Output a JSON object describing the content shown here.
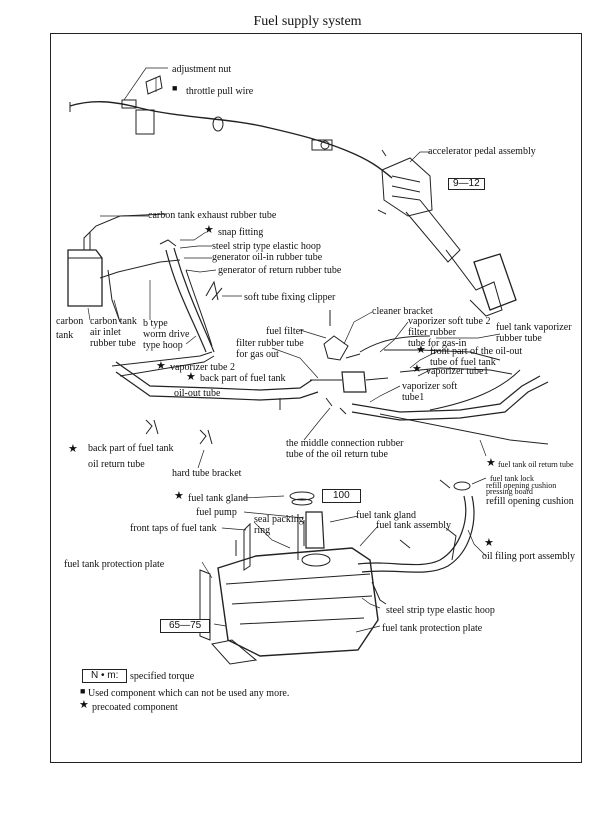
{
  "title": "Fuel supply system",
  "labels": {
    "adjustment_nut": "adjustment nut",
    "throttle_pull_wire": "throttle pull wire",
    "accelerator_pedal_assembly": "accelerator pedal assembly",
    "carbon_tank_exhaust_rubber_tube": "carbon tank exhaust rubber tube",
    "snap_fitting": "snap fitting",
    "steel_strip_elastic_hoop_top": "steel strip type elastic hoop",
    "generator_oil_in_rubber_tube": "generator oil-in rubber tube",
    "generator_return_rubber_tube": "generator of return rubber tube",
    "soft_tube_fixing_clipper": "soft tube fixing clipper",
    "carbon_tank_line1": "carbon",
    "carbon_tank_line2": "tank",
    "carbon_tank_air_inlet_line1": "carbon tank",
    "carbon_tank_air_inlet_line2": "air inlet",
    "carbon_tank_air_inlet_line3": "rubber tube",
    "b_type_hoop_line1": "b type",
    "b_type_hoop_line2": "worm drive",
    "b_type_hoop_line3": "type hoop",
    "cleaner_bracket": "cleaner bracket",
    "fuel_filter": "fuel filter",
    "filter_rubber_tube_gas_out_line1": "filter rubber tube",
    "filter_rubber_tube_gas_out_line2": "for gas out",
    "vaporizer_soft_tube_2": "vaporizer soft tube 2",
    "filter_rubber_tube_gas_in_line1": "filter rubber",
    "filter_rubber_tube_gas_in_line2": "tube for gas-in",
    "fuel_tank_vaporizer_rubber_tube_line1": "fuel tank vaporizer",
    "fuel_tank_vaporizer_rubber_tube_line2": "rubber tube",
    "front_part_oil_out_tube_line1": "front part of the oil-out",
    "front_part_oil_out_tube_line2": "tube of fuel tank",
    "vaporizer_tube1": "vaporizer tube1",
    "vaporizer_soft_tube1_line1": "vaporizer soft",
    "vaporizer_soft_tube1_line2": "tube1",
    "vaporizer_tube_2": "vaporizer tube 2",
    "back_part_oil_out_tube_line1": "back part of fuel tank",
    "back_part_oil_out_tube_line2": "oil-out tube",
    "back_part_oil_return_tube_line1": "back part of fuel tank",
    "back_part_oil_return_tube_line2": "oil return tube",
    "hard_tube_bracket": "hard tube bracket",
    "middle_connection_tube_line1": "the middle connection rubber",
    "middle_connection_tube_line2": "tube of the oil return tube",
    "fuel_tank_oil_return_tube": "fuel tank oil return tube",
    "fuel_tank_lock": "fuel tank lock",
    "refill_opening_cushion_a": "refill opening cushion",
    "pressing_board": "pressing board",
    "refill_opening_cushion_b": "refill opening cushion",
    "fuel_tank_gland_left": "fuel tank gland",
    "fuel_pump": "fuel pump",
    "front_taps_of_fuel_tank": "front taps of fuel tank",
    "seal_packing_ring_line1": "seal packing",
    "seal_packing_ring_line2": "ring",
    "fuel_tank_gland_right": "fuel tank gland",
    "fuel_tank_assembly": "fuel tank assembly",
    "oil_filing_port_assembly": "oil filing port assembly",
    "fuel_tank_protection_plate_left": "fuel tank protection plate",
    "steel_strip_elastic_hoop_bottom": "steel strip type elastic hoop",
    "fuel_tank_protection_plate_right": "fuel tank protection plate"
  },
  "torque_boxes": {
    "pedal": "9—12",
    "gland": "100",
    "plate": "65—75"
  },
  "legend": {
    "torque_symbol": "N • m:",
    "torque_text": "specified torque",
    "square_text": "Used component which can not be used any more.",
    "star_text": "precoated component"
  },
  "symbols": {
    "star": "★",
    "square": "■"
  }
}
